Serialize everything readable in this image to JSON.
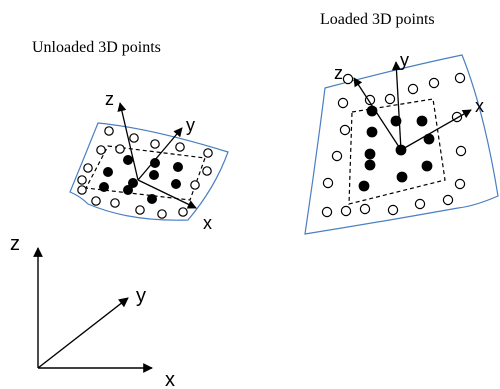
{
  "titles": {
    "unloaded": "Unloaded 3D points",
    "loaded": "Loaded 3D points"
  },
  "unloaded_axes": {
    "x": "x",
    "y": "y",
    "z": "z"
  },
  "loaded_axes": {
    "x": "x",
    "y": "y",
    "z": "z"
  },
  "global_axes": {
    "x": "x",
    "y": "y",
    "z": "z"
  },
  "colors": {
    "membrane_outline": "#4a7fc1",
    "stroke": "#000000",
    "filled_point": "#000000",
    "open_point": "#ffffff"
  }
}
